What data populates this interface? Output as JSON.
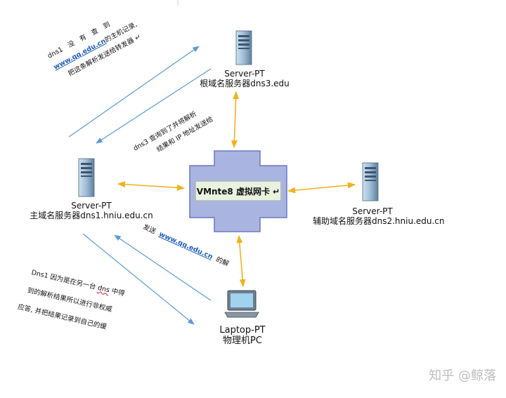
{
  "nodes": {
    "root_server": {
      "type": "Server-PT",
      "name": "根域名服务器dns3.edu"
    },
    "primary_server": {
      "type": "Server-PT",
      "name": "主域名服务器dns1.hniu.edu.cn"
    },
    "secondary_server": {
      "type": "Server-PT",
      "name": "辅助域名服务器dns2.hniu.edu.cn"
    },
    "laptop": {
      "type": "Laptop-PT",
      "name": "物理机PC"
    },
    "switch": {
      "label": "VMnte8 虚拟网卡 ↵"
    }
  },
  "annotations": {
    "top_left": {
      "line1": "dns1　没　有　查　到",
      "line2_link": "www.qq.edu.cn",
      "line2_rest": "的主机记录,",
      "line3": "把这条解析发送给转发器 ↵"
    },
    "middle": {
      "line1": "dns3 查询到了并将解析",
      "line2": "结果和 IP 地址发送给"
    },
    "send": {
      "prefix": "发送",
      "link": "www.qq.edu.cn",
      "suffix": "的解"
    },
    "bottom_left": {
      "line1_a": "Dns1 因为是在另一台",
      "line1_b": "dns",
      "line1_c": "中得",
      "line2": "到的解析结果所以进行非权威",
      "line3": "应答, 并把结果记录到自己的缓"
    }
  },
  "watermark": "知乎 @鲸落",
  "colors": {
    "arrow_yellow": "#f2b21a",
    "arrow_blue": "#5b9bd5",
    "switch_fill": "#aab4e0",
    "switch_stroke": "#6b78c2"
  }
}
